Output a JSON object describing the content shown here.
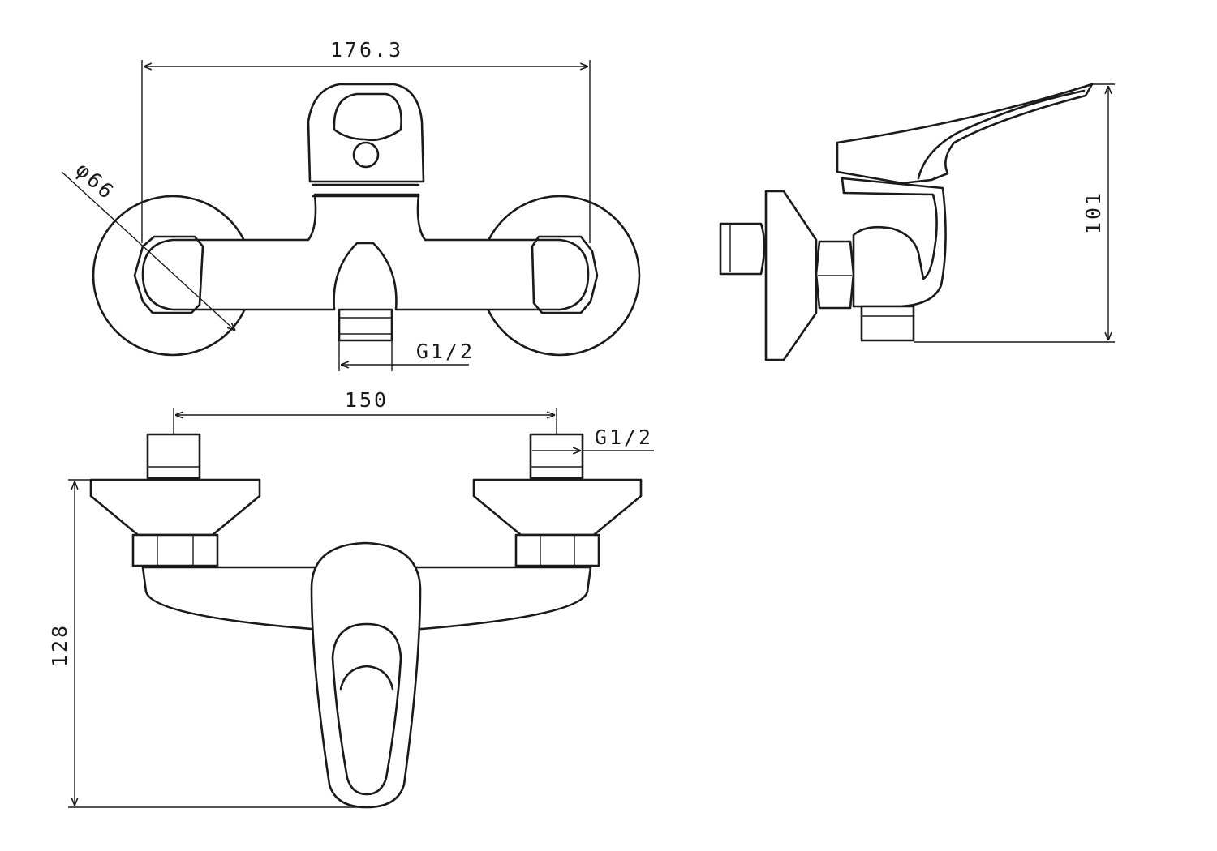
{
  "drawing": {
    "views": [
      "front-view",
      "side-view",
      "top-view"
    ],
    "dimensions": {
      "overall_width": "176.3",
      "flange_diameter": "φ66",
      "outlet_thread": "G1/2",
      "inlet_centers": "150",
      "inlet_thread": "G1/2",
      "side_height": "101",
      "top_depth": "128"
    },
    "colors": {
      "line": "#1a1a1a",
      "background": "#ffffff"
    }
  }
}
